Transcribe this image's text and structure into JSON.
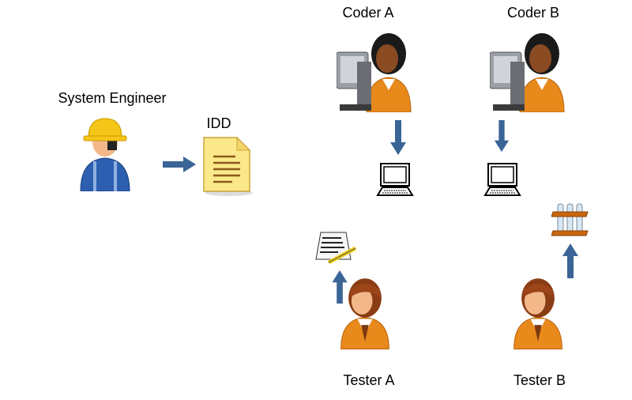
{
  "roles": {
    "system_engineer": "System Engineer",
    "coder_a": "Coder A",
    "coder_b": "Coder B",
    "tester_a": "Tester A",
    "tester_b": "Tester B"
  },
  "artifacts": {
    "idd": "IDD"
  },
  "colors": {
    "arrow": "#3a6496",
    "skin_orange": "#e8891c",
    "helmet": "#f5c518",
    "engineer_blue": "#2d5fb0"
  }
}
